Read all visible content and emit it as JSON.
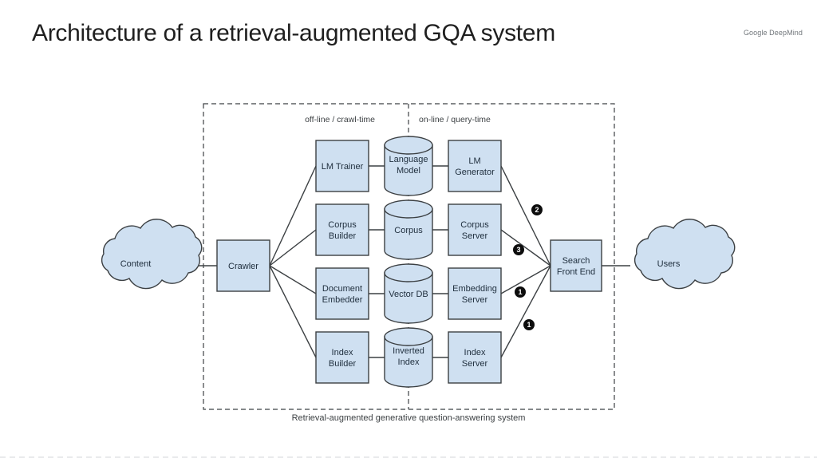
{
  "slide": {
    "title": "Architecture of a retrieval-augmented GQA system",
    "brand": "Google DeepMind"
  },
  "diagram": {
    "caption": "Retrieval-augmented generative question-answering system",
    "zones": {
      "offline": "off-line / crawl-time",
      "online": "on-line / query-time"
    },
    "clouds": {
      "content": "Content",
      "users": "Users"
    },
    "entry": {
      "crawler": "Crawler"
    },
    "exit": {
      "front_end_line1": "Search",
      "front_end_line2": "Front End"
    },
    "rows": [
      {
        "builder_line1": "LM Trainer",
        "builder_line2": "",
        "store_line1": "Language",
        "store_line2": "Model",
        "server_line1": "LM",
        "server_line2": "Generator"
      },
      {
        "builder_line1": "Corpus",
        "builder_line2": "Builder",
        "store_line1": "Corpus",
        "store_line2": "",
        "server_line1": "Corpus",
        "server_line2": "Server"
      },
      {
        "builder_line1": "Document",
        "builder_line2": "Embedder",
        "store_line1": "Vector DB",
        "store_line2": "",
        "server_line1": "Embedding",
        "server_line2": "Server"
      },
      {
        "builder_line1": "Index",
        "builder_line2": "Builder",
        "store_line1": "Inverted",
        "store_line2": "Index",
        "server_line1": "Index",
        "server_line2": "Server"
      }
    ],
    "step_badges": [
      {
        "label": "2"
      },
      {
        "label": "3"
      },
      {
        "label": "1"
      },
      {
        "label": "1"
      }
    ],
    "colors": {
      "node_fill": "#cfe0f1",
      "node_stroke": "#3c4043",
      "badge_fill": "#0d0d0d",
      "text": "#21303f"
    }
  }
}
